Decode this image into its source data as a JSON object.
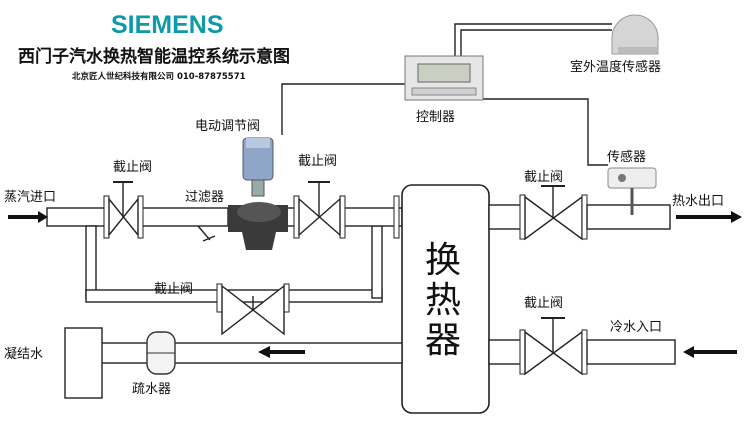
{
  "header": {
    "brand": "SIEMENS",
    "title": "西门子汽水换热智能温控系统示意图",
    "subtitle": "北京匠人世纪科技有限公司 010-87875571"
  },
  "labels": {
    "outdoor_sensor": "室外温度传感器",
    "controller": "控制器",
    "electric_valve": "电动调节阀",
    "shutoff_valve_1": "截止阀",
    "shutoff_valve_2": "截止阀",
    "shutoff_valve_bypass": "截止阀",
    "shutoff_valve_hot": "截止阀",
    "shutoff_valve_cold": "截止阀",
    "filter": "过滤器",
    "sensor": "传感器",
    "steam_inlet": "蒸汽进口",
    "hot_water_outlet": "热水出口",
    "cold_water_inlet": "冷水入口",
    "condensate": "凝结水",
    "drain_trap": "疏水器",
    "heat_exchanger": [
      "换",
      "热",
      "器"
    ]
  },
  "colors": {
    "brand": "#0f9aa8",
    "title": "#1c2fa0",
    "pipe": "#222222",
    "actuator": "#8fa6c8",
    "valve_body": "#3a3a3a"
  }
}
